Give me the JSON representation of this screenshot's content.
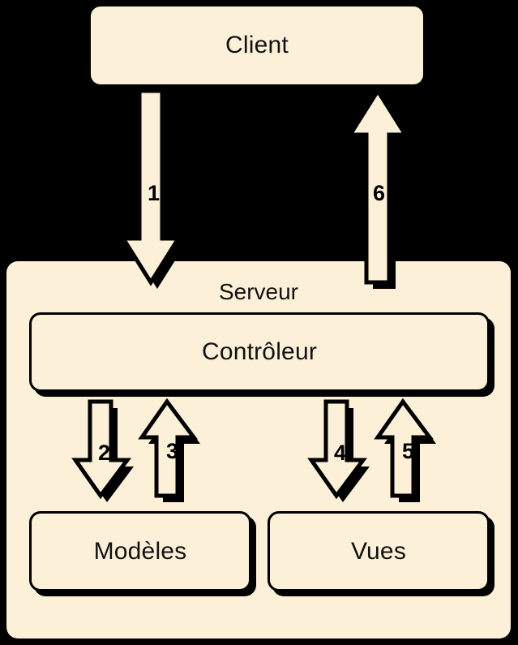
{
  "diagram": {
    "title": "MVC architecture flow",
    "background_color": "#000000",
    "fill_color": "#FDF0D9",
    "outline_color": "#000000",
    "text_color": "#111111",
    "nodes": {
      "client": {
        "label": "Client"
      },
      "server": {
        "label": "Serveur"
      },
      "controller": {
        "label": "Contrôleur"
      },
      "models": {
        "label": "Modèles"
      },
      "views": {
        "label": "Vues"
      }
    },
    "arrows": [
      {
        "id": "1",
        "label": "1",
        "direction": "down",
        "from": "client",
        "to": "server"
      },
      {
        "id": "2",
        "label": "2",
        "direction": "down",
        "from": "controller",
        "to": "models"
      },
      {
        "id": "3",
        "label": "3",
        "direction": "up",
        "from": "models",
        "to": "controller"
      },
      {
        "id": "4",
        "label": "4",
        "direction": "down",
        "from": "controller",
        "to": "views"
      },
      {
        "id": "5",
        "label": "5",
        "direction": "up",
        "from": "views",
        "to": "controller"
      },
      {
        "id": "6",
        "label": "6",
        "direction": "up",
        "from": "server",
        "to": "client"
      }
    ]
  }
}
